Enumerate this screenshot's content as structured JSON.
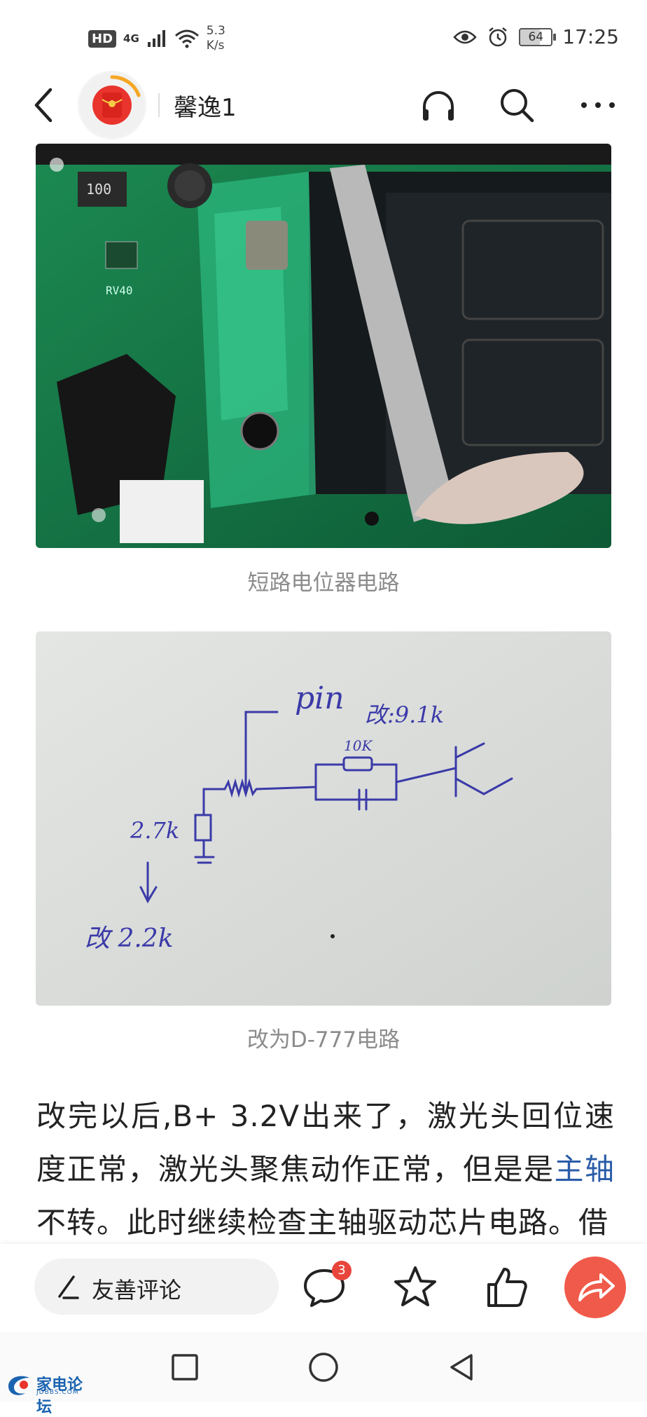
{
  "status_bar": {
    "hd": "HD",
    "network": "4G",
    "speed_value": "5.3",
    "speed_unit": "K/s",
    "battery": "64",
    "time": "17:25"
  },
  "header": {
    "title": "馨逸1"
  },
  "content": {
    "caption1": "短路电位器电路",
    "caption2": "改为D-777电路",
    "para_part1": "改完以后,B+ 3.2V出来了，激光头回位速度正常，激光头聚焦动作正常，但是是",
    "para_link": "主轴",
    "para_part2": "不转。此时继续检查主轴驱动芯片电路。借",
    "sketch_labels": {
      "pin": "pin",
      "change1": "改:9.1k",
      "r10k": "10K",
      "r27k": "2.7k",
      "change2": "改 2.2k"
    }
  },
  "action_bar": {
    "comment_placeholder": "友善评论",
    "comment_count": "3"
  },
  "watermark": {
    "name": "家电论坛",
    "site": "JDBBS.COM"
  },
  "colors": {
    "accent_red": "#f05a4a",
    "link_blue": "#2a5ca8",
    "caption_gray": "#8c8c8c"
  }
}
